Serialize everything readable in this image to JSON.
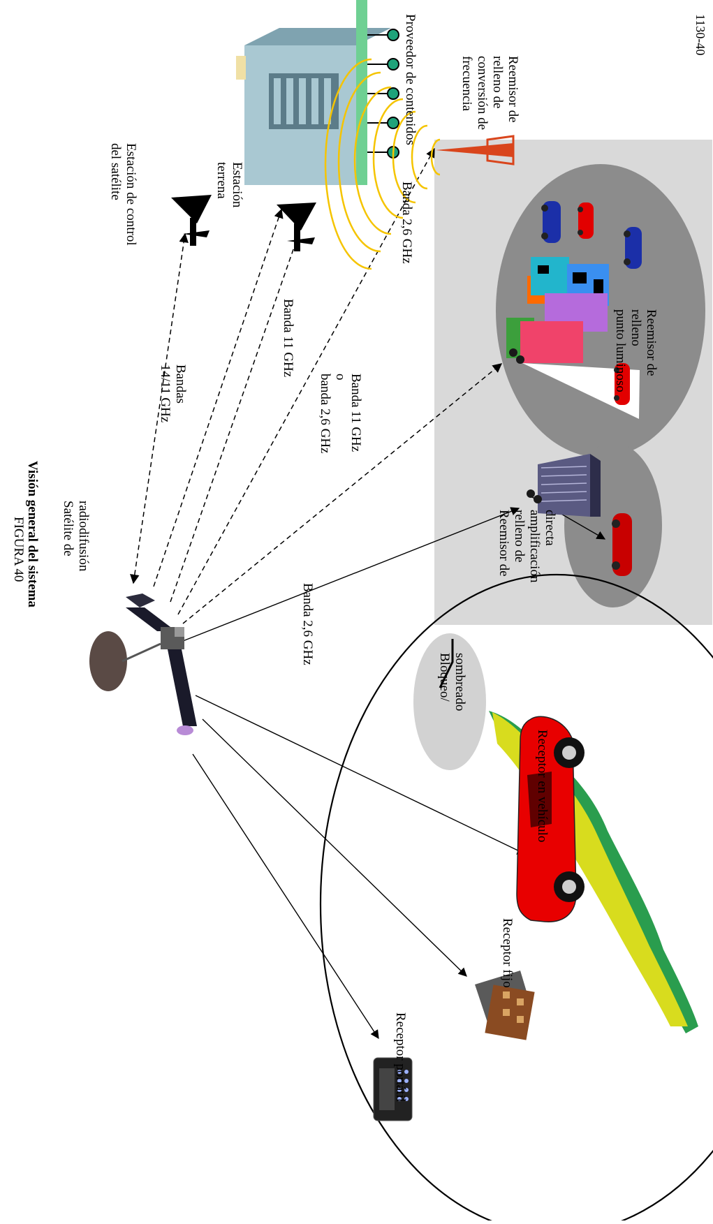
{
  "figure": {
    "number": "FIGURA 40",
    "title": "Visión general del sistema",
    "code": "1130-40"
  },
  "labels": {
    "satellite": [
      "Satélite de",
      "radiodifusión"
    ],
    "control_station": [
      "Estación de control",
      "del satélite"
    ],
    "earth_station": [
      "Estación",
      "terrena"
    ],
    "content_provider": "Proveedor de contenidos",
    "freq_conv_repeater": [
      "Reemisor de",
      "relleno de",
      "conversión de",
      "frecuencia"
    ],
    "bands_14_11": [
      "Bandas",
      "14/11 GHz"
    ],
    "band_11": "Banda 11 GHz",
    "band_11_or_26": [
      "Banda 11 GHz",
      "o",
      "banda 2,6 GHz"
    ],
    "band_26_upper": "Banda 2,6 GHz",
    "band_26_lower": "Banda 2,6 GHz",
    "spot_repeater": [
      "Reemisor de",
      "relleno",
      "punto luminoso"
    ],
    "direct_amp_repeater": [
      "Reemisor de",
      "relleno de",
      "amplificación",
      "directa"
    ],
    "blocking": [
      "Bloqueo/",
      "sombreado"
    ],
    "vehicle_receiver": "Receptor en vehículo",
    "fixed_receiver": "Receptor fijo",
    "portable_receiver": "Receptor portátil"
  },
  "colors": {
    "gray_zone": "#d9d9d9",
    "coverage": "#8c8c8c",
    "blocking": "#d2d2d2",
    "yellow_wave": "#f5c400",
    "tower": "#d9451c",
    "car_red": "#e20000",
    "car_blue": "#1b2fa8",
    "terrain_yellow": "#d8dc1e",
    "terrain_green": "#2a9d4e",
    "antenna_node": "#1fa37a"
  }
}
